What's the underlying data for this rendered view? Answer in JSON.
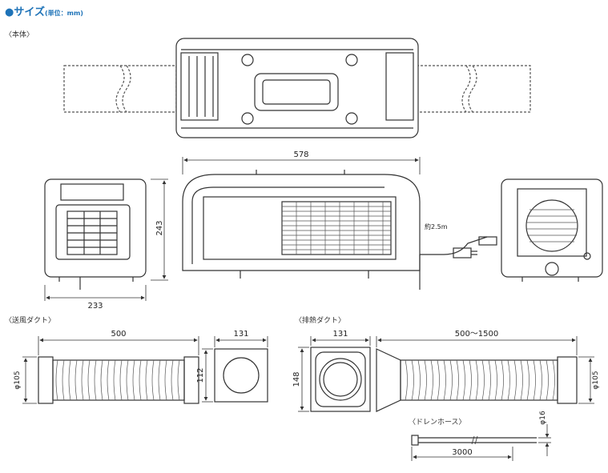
{
  "heading": {
    "text": "●サイズ",
    "unit": "(単位：mm)"
  },
  "sections": {
    "main_body": "〈本体〉",
    "supply_duct": "〈送風ダクト〉",
    "exhaust_duct": "〈排熱ダクト〉",
    "drain_hose": "〈ドレンホース〉"
  },
  "dimensions": {
    "main_width": "578",
    "main_height": "243",
    "main_depth": "233",
    "cord_length": "約2.5m",
    "supply_length": "500",
    "supply_dia": "φ105",
    "supply_flange_w": "131",
    "supply_flange_h": "112",
    "exhaust_flange_w": "131",
    "exhaust_flange_h": "148",
    "exhaust_length": "500〜1500",
    "exhaust_dia": "φ105",
    "drain_dia": "φ16",
    "drain_length": "3000"
  }
}
